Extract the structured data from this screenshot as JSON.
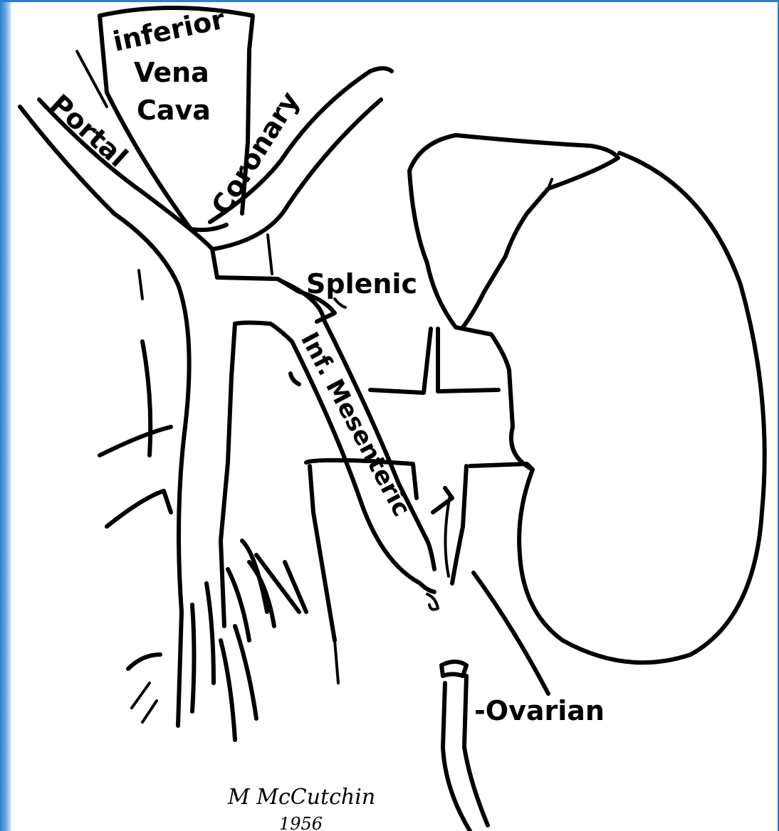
{
  "labels": {
    "inferior_vena_cava_line1": "inferior",
    "inferior_vena_cava_line2": "Vena",
    "inferior_vena_cava_line3": "Cava",
    "portal": "Portal",
    "coronary": "Coronary",
    "splenic": "Splenic",
    "inferior_mesenteric": "Inf. Mesenteric",
    "ovarian": "-Ovarian"
  },
  "signature": {
    "name": "M McCutchin",
    "year": "1956"
  }
}
